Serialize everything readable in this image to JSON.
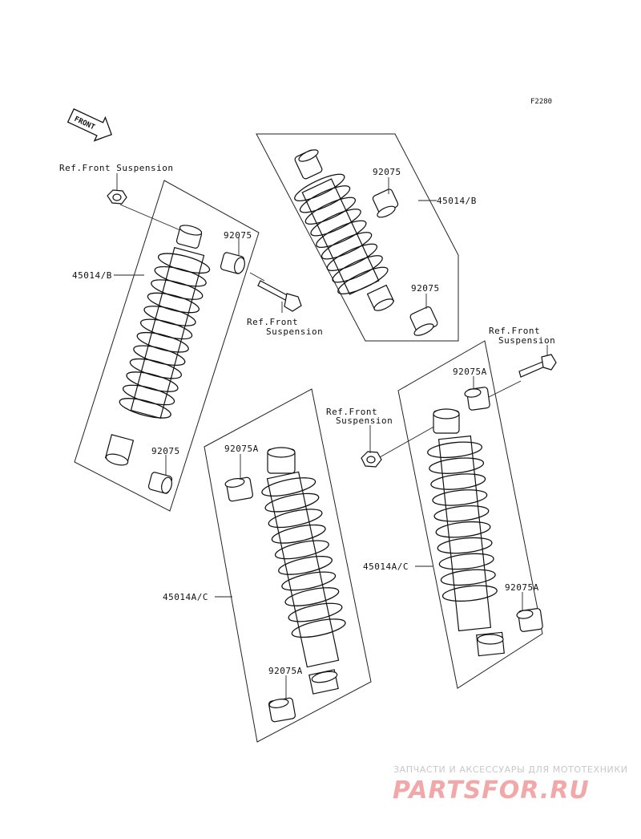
{
  "diagram": {
    "code": "F2280",
    "front_arrow_label": "FRONT",
    "labels": {
      "ref_top_left": "Ref.Front Suspension",
      "shock_left": "45014/B",
      "bush_left_top": "92075",
      "ref_mid_l1": "Ref.Front",
      "ref_mid_l2": "Suspension",
      "bush_left_bottom": "92075",
      "shock_top": "45014/B",
      "bush_top_upper": "92075",
      "bush_top_lower": "92075",
      "ref_right_l1": "Ref.Front",
      "ref_right_l2": "Suspension",
      "bush_right_top": "92075A",
      "ref_center_l1": "Ref.Front",
      "ref_center_l2": "Suspension",
      "shock_right": "45014A/C",
      "bush_right_bottom": "92075A",
      "bush_center_top": "92075A",
      "shock_center": "45014A/C",
      "bush_center_bottom": "92075A"
    }
  },
  "watermark": {
    "tagline": "ЗАПЧАСТИ И АКСЕССУАРЫ ДЛЯ МОТОТЕХНИКИ",
    "brand": "PARTSFOR.RU"
  }
}
